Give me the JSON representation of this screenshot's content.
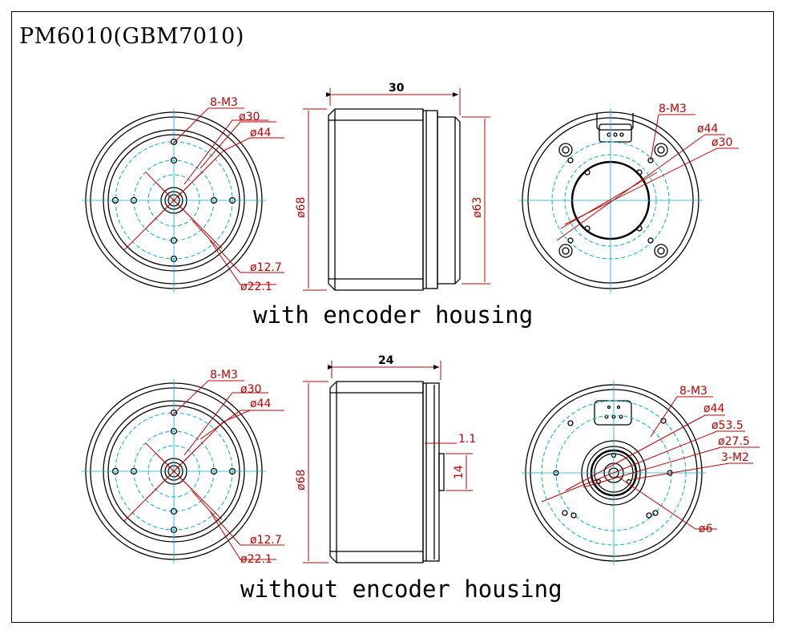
{
  "title": "PM6010(GBM7010)",
  "captions": {
    "top": "with encoder housing",
    "bottom": "without encoder housing"
  },
  "colors": {
    "outline": "#000000",
    "dimension": "#c00000",
    "centerline": "#00b0d0"
  },
  "views": {
    "top_front": {
      "holes": "8-M3",
      "d30": "ø30",
      "d44": "ø44",
      "d12": "ø12.7",
      "d22": "ø22.1"
    },
    "top_side": {
      "width": "30",
      "height": "ø68",
      "height2": "ø63"
    },
    "top_back": {
      "holes": "8-M3",
      "d44": "ø44",
      "d30": "ø30"
    },
    "bottom_front": {
      "holes": "8-M3",
      "d30": "ø30",
      "d44": "ø44",
      "d12": "ø12.7",
      "d22": "ø22.1"
    },
    "bottom_side": {
      "width": "24",
      "height": "ø68",
      "step": "1.1",
      "shaft": "14"
    },
    "bottom_back": {
      "holes": "8-M3",
      "d44": "ø44",
      "d53": "ø53.5",
      "d27": "ø27.5",
      "m2": "3-M2",
      "d6": "ø6"
    }
  }
}
